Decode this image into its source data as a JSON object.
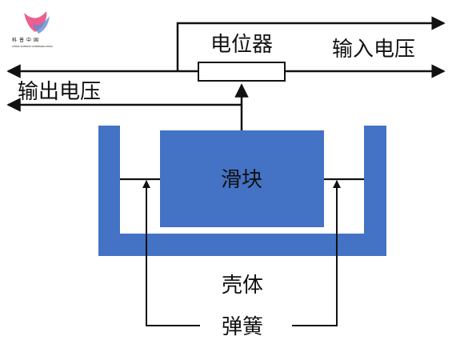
{
  "logo": {
    "text": "科普中国",
    "subtitle": "CHINA SCIENCE COMMUNICATION",
    "colors": [
      "#e8447a",
      "#f28a3c",
      "#5b8fd6",
      "#2fb3c6"
    ]
  },
  "labels": {
    "potentiometer": "电位器",
    "input_voltage": "输入电压",
    "output_voltage": "输出电压",
    "slider": "滑块",
    "housing": "壳体",
    "spring": "弹簧"
  },
  "colors": {
    "housing": "#4472c4",
    "slider": "#4472c4",
    "line": "#111111",
    "slider_text": "#111111"
  }
}
